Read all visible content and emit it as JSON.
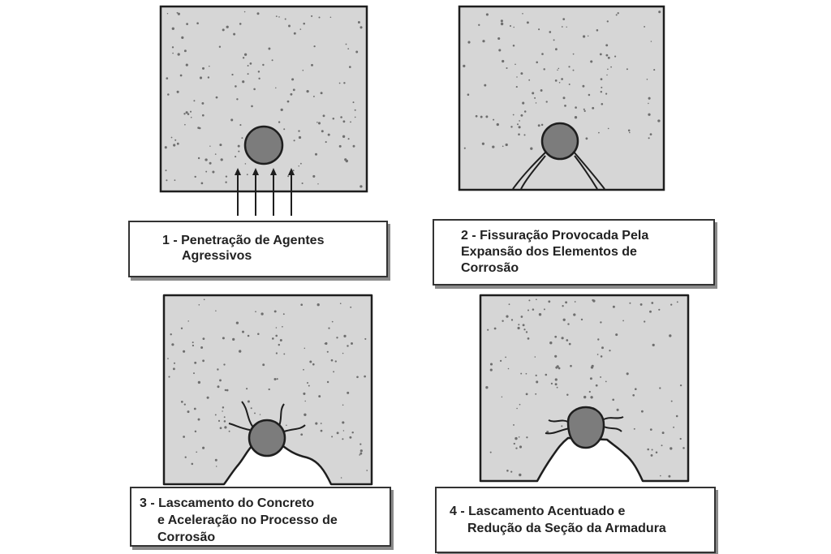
{
  "figure": {
    "panels": [
      {
        "id": "panel-1",
        "stage": "penetration",
        "caption": [
          "1 - Penetração de Agentes",
          "Agressivos"
        ]
      },
      {
        "id": "panel-2",
        "stage": "cracking",
        "caption": [
          "2 - Fissuração Provocada Pela",
          "Expansão dos Elementos de",
          "Corrosão"
        ]
      },
      {
        "id": "panel-3",
        "stage": "spalling",
        "caption": [
          "3 - Lascamento do Concreto",
          "e Aceleração no Processo de",
          "Corrosão"
        ]
      },
      {
        "id": "panel-4",
        "stage": "severe-spalling",
        "caption": [
          "4 - Lascamento Acentuado e",
          "Redução da Seção da Armadura"
        ]
      }
    ]
  },
  "colors": {
    "concrete": "#d6d6d6",
    "outline": "#1e1e1e",
    "rebar": "#7c7c7c",
    "speckle": "#6e6e6e",
    "background": "#ffffff"
  },
  "icons": [
    "arrow-up-icon"
  ]
}
